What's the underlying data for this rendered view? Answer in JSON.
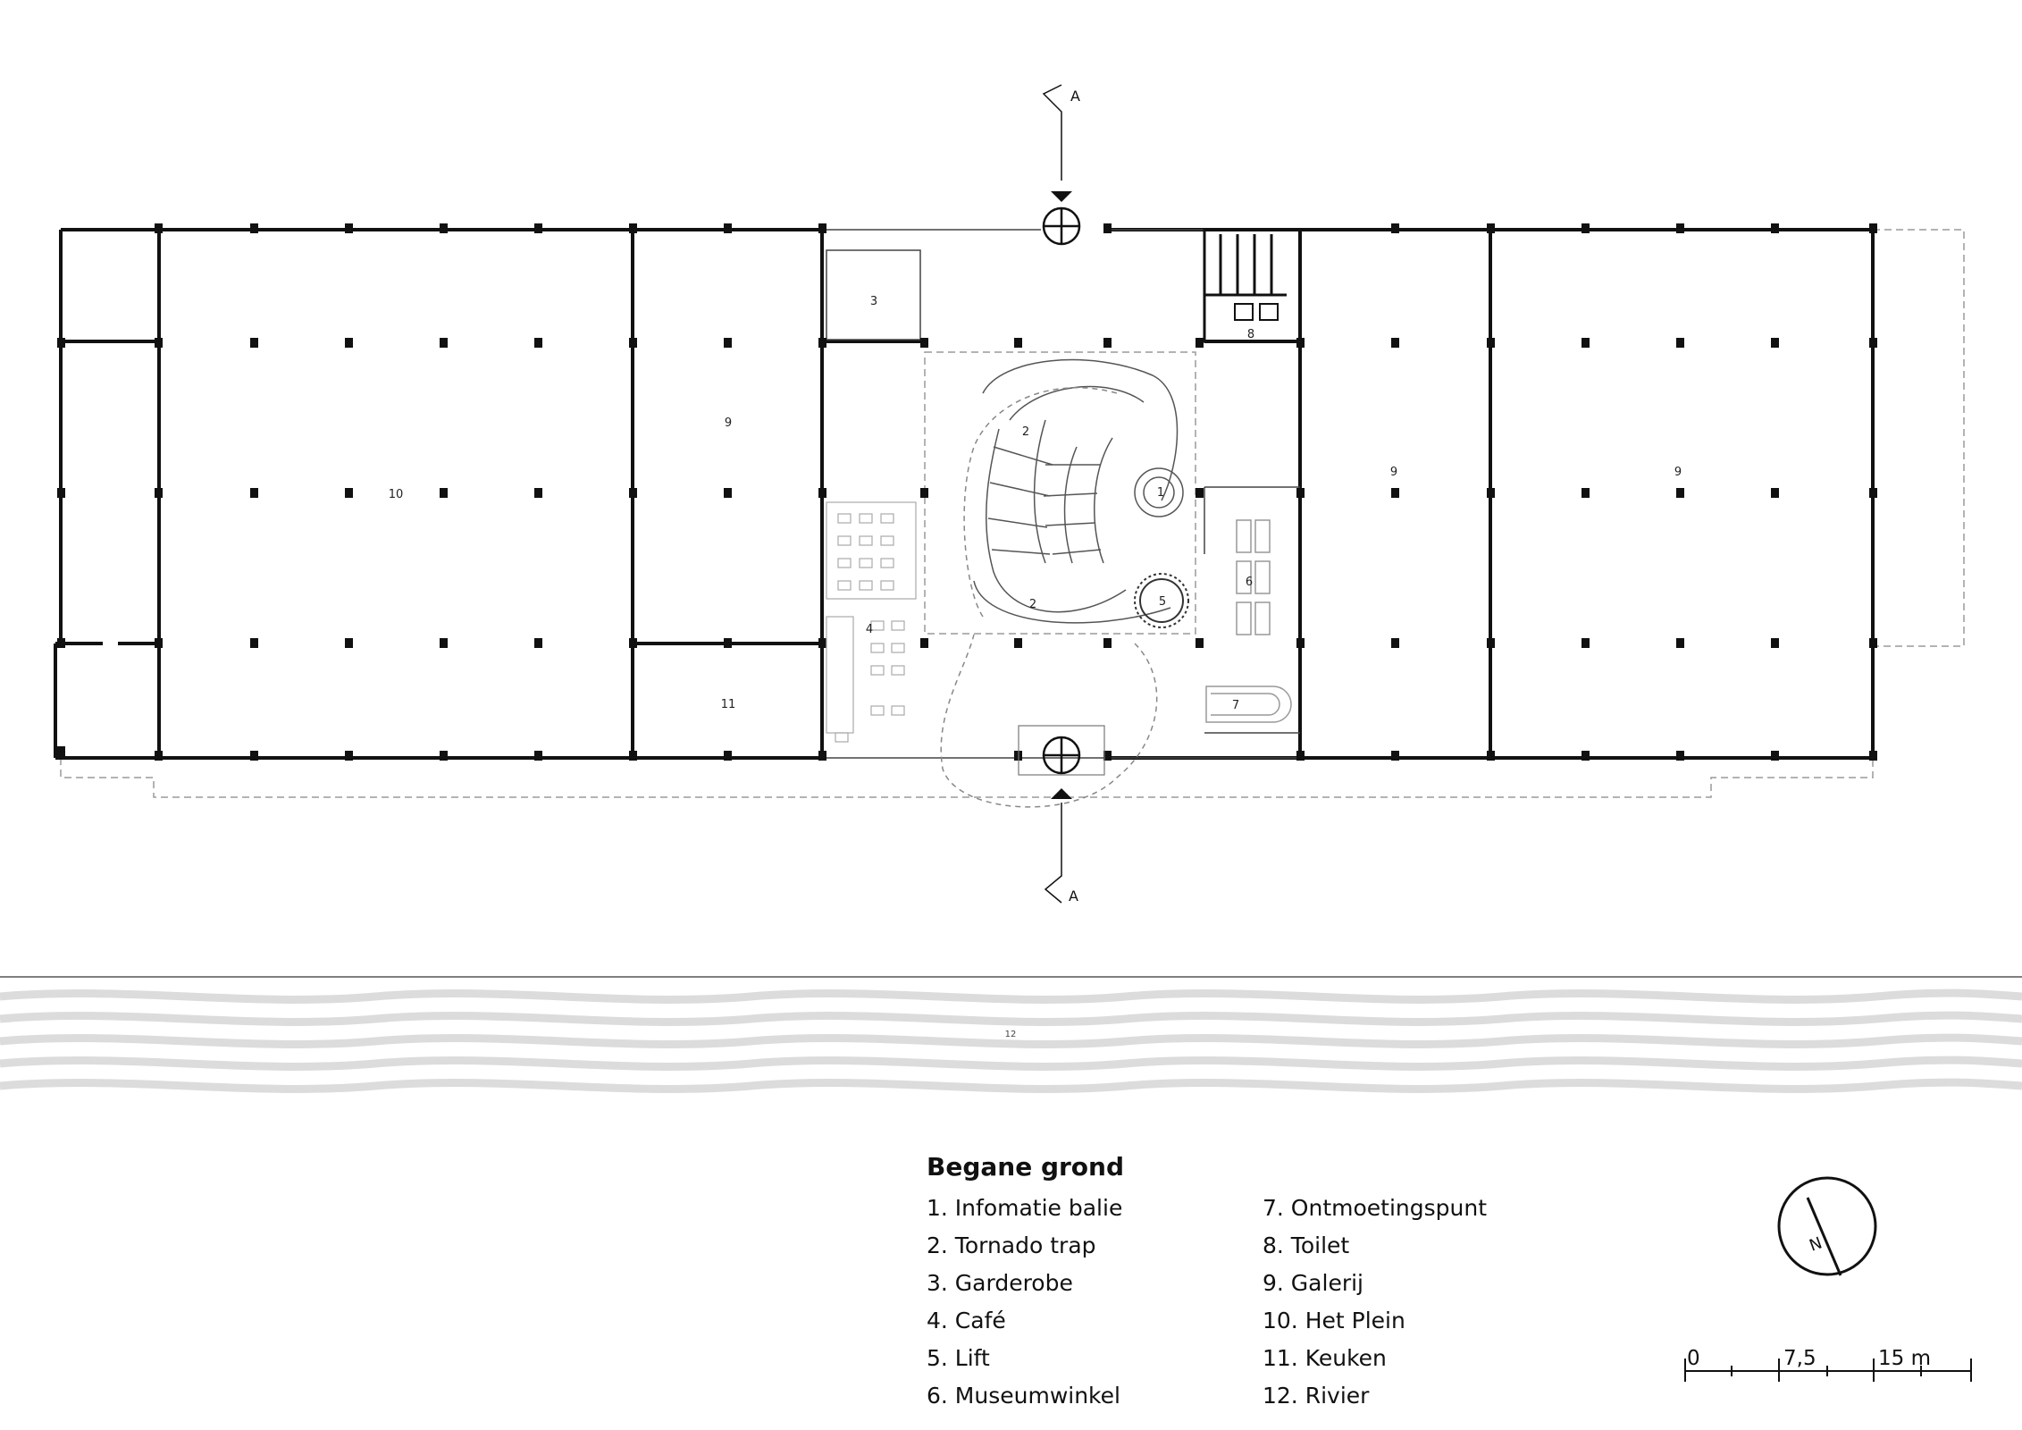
{
  "legend": {
    "title": "Begane grond",
    "items": [
      "1. Infomatie balie",
      "2. Tornado trap",
      "3. Garderobe",
      "4. Café",
      "5. Lift",
      "6. Museumwinkel",
      "7. Ontmoetingspunt",
      "8. Toilet",
      "9. Galerij",
      "10. Het Plein",
      "11. Keuken",
      "12. Rivier"
    ]
  },
  "plan_labels": {
    "info": "1",
    "stair_top": "2",
    "stair_bottom": "2",
    "wardrobe": "3",
    "cafe": "4",
    "lift": "5",
    "shop": "6",
    "meeting": "7",
    "toilet": "8",
    "gallery_west": "9",
    "gallery_mid": "9",
    "gallery_east": "9",
    "plaza": "10",
    "kitchen": "11",
    "river": "12"
  },
  "section_marks": {
    "top": "A",
    "bottom": "A"
  },
  "north_label": "N",
  "scale_bar": {
    "labels": [
      "0",
      "7,5",
      "15 m"
    ],
    "unit": "m"
  },
  "colors": {
    "line": "#111111",
    "dashed": "#9a9a9a",
    "river": "#dcdcdc"
  }
}
